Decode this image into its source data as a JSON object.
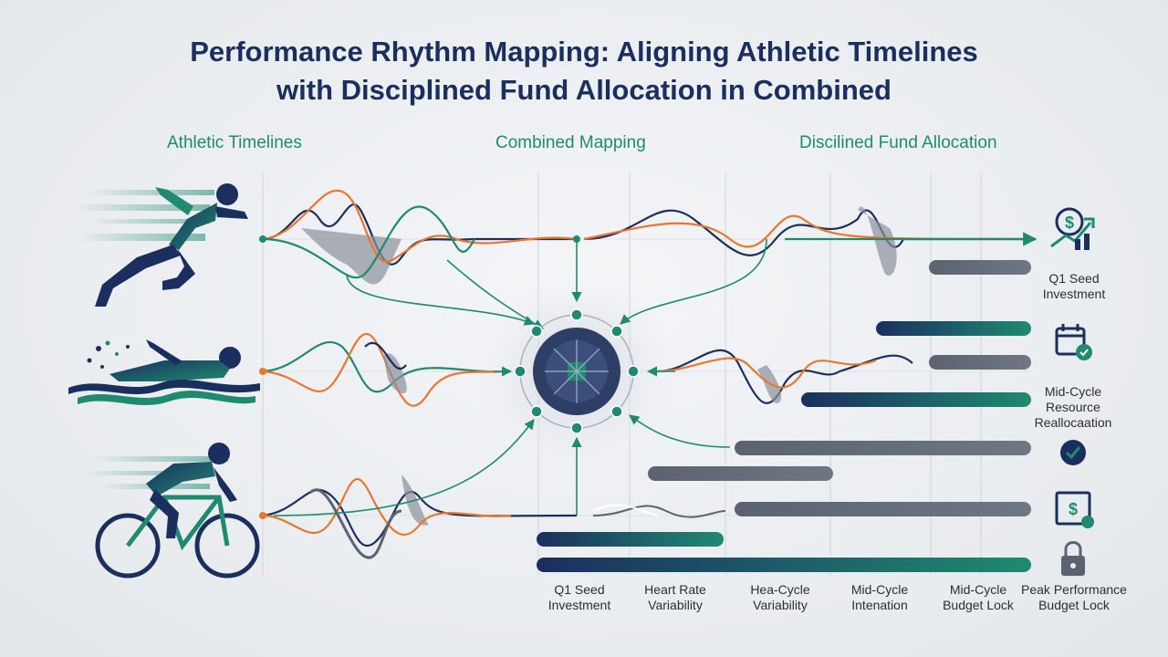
{
  "title": {
    "line1": "Performance Rhythm Mapping: Aligning Athletic Timelines",
    "line2": "with Disciplined Fund Allocation in Combined"
  },
  "sections": {
    "athletic": "Athletic Timelines",
    "combined": "Combined Mapping",
    "fund": "Discilined Fund Allocation"
  },
  "athletes": [
    {
      "name": "runner-icon"
    },
    {
      "name": "swimmer-icon"
    },
    {
      "name": "cyclist-icon"
    }
  ],
  "timeline_ticks": [
    {
      "line1": "Q1 Seed",
      "line2": "Investment"
    },
    {
      "line1": "Heart Rate",
      "line2": "Variability"
    },
    {
      "line1": "Hea-Cycle",
      "line2": "Variability"
    },
    {
      "line1": "Mid-Cycle",
      "line2": "Intenation"
    },
    {
      "line1": "Mid-Cycle",
      "line2": "Budget Lock"
    },
    {
      "line1": "Peak Performance",
      "line2": "Budget Lock"
    }
  ],
  "fund_milestones": [
    {
      "icon": "dollar-growth-icon",
      "line1": "Q1 Seed",
      "line2": "Investment",
      "line3": ""
    },
    {
      "icon": "calendar-check-icon",
      "line1": "Mid-Cycle",
      "line2": "Resource",
      "line3": "Reallocaation"
    },
    {
      "icon": "check-circle-icon",
      "line1": "",
      "line2": "",
      "line3": ""
    },
    {
      "icon": "dollar-document-icon",
      "line1": "",
      "line2": "",
      "line3": ""
    },
    {
      "icon": "padlock-icon",
      "line1": "",
      "line2": "",
      "line3": ""
    }
  ],
  "colors": {
    "navy": "#1b2f5e",
    "teal": "#1f8a70",
    "orange": "#e8772e",
    "slate": "#5b6270",
    "hub": "#2e3f66"
  }
}
